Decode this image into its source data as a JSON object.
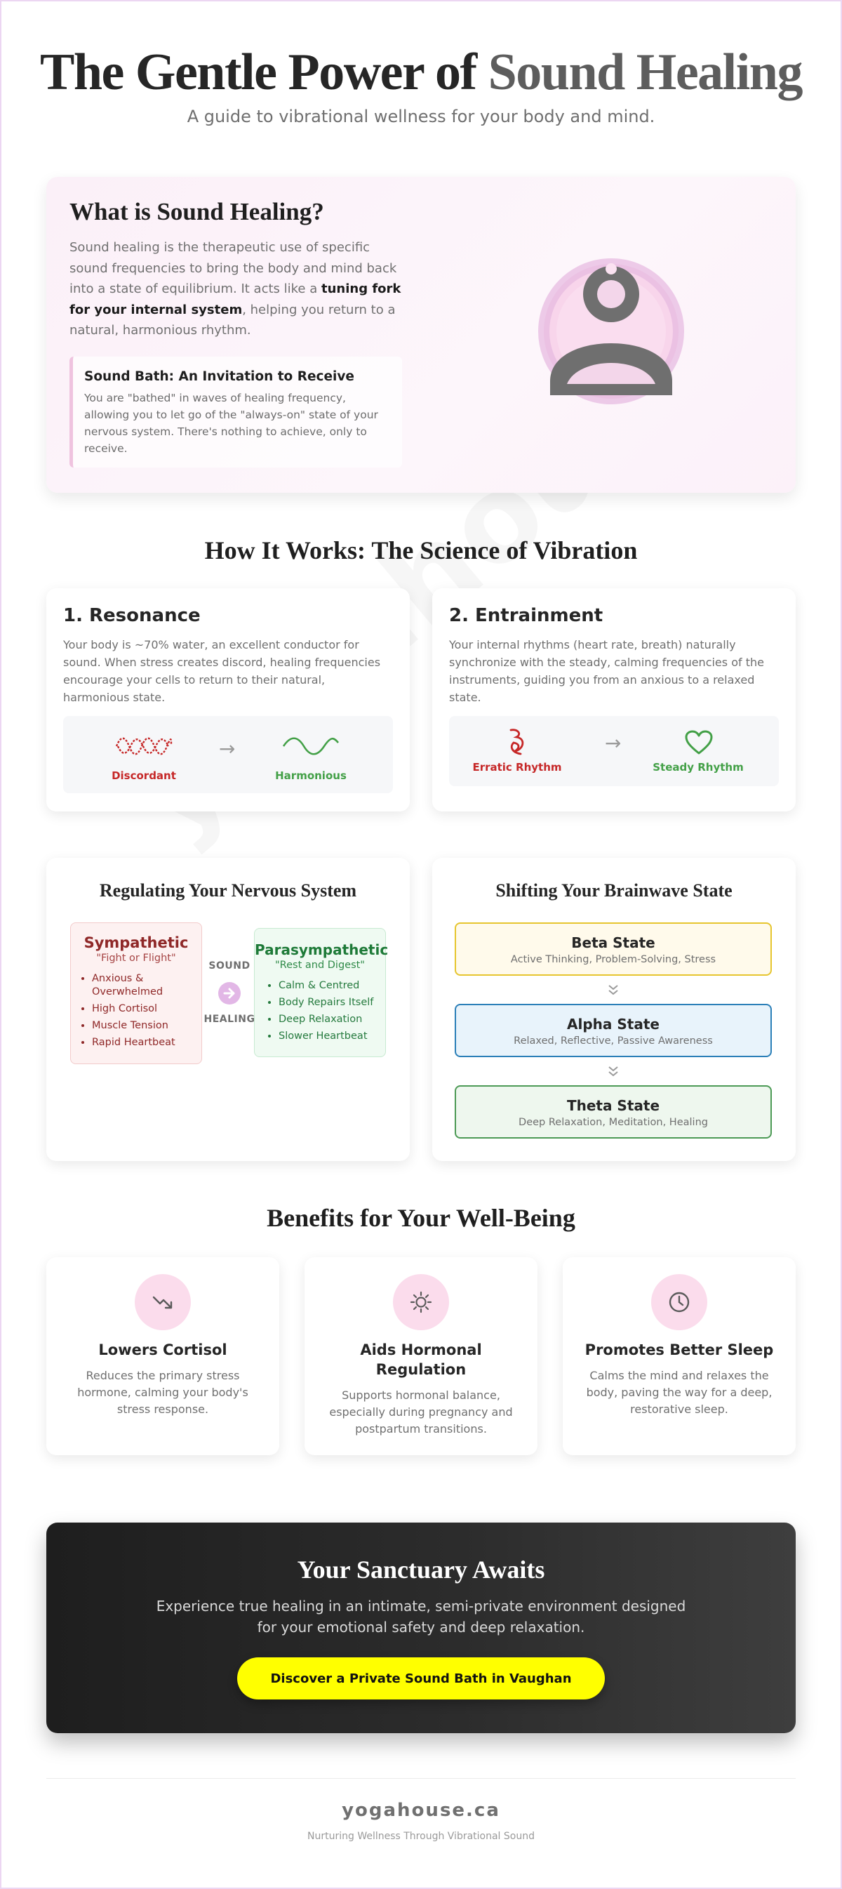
{
  "hero": {
    "title_part1": "The Gentle Power of",
    "title_part2": "Sound Healing",
    "subtitle": "A guide to vibrational wellness for your body and mind."
  },
  "intro": {
    "heading": "What is Sound Healing?",
    "para_start": "Sound healing is the therapeutic use of specific sound frequencies to bring the body and mind back into a state of equilibrium. It acts like a ",
    "para_bold": "tuning fork for your internal system",
    "para_end": ", helping you return to a natural, harmonious rhythm.",
    "quote_title": "Sound Bath: An Invitation to Receive",
    "quote_text": "You are \"bathed\" in waves of healing frequency, allowing you to let go of the \"always-on\" state of your nervous system. There's nothing to achieve, only to receive."
  },
  "how_it_works": {
    "title": "How It Works: The Science of Vibration",
    "resonance": {
      "heading": "1. Resonance",
      "text": "Your body is ~70% water, an excellent conductor for sound. When stress creates discord, healing frequencies encourage your cells to return to their natural, harmonious state.",
      "left_label": "Discordant",
      "right_label": "Harmonious"
    },
    "entrainment": {
      "heading": "2. Entrainment",
      "text": "Your internal rhythms (heart rate, breath) naturally synchronize with the steady, calming frequencies of the instruments, guiding you from an anxious to a relaxed state.",
      "left_label": "Erratic Rhythm",
      "right_label": "Steady Rhythm"
    },
    "arrow": "→"
  },
  "nervous": {
    "title": "Regulating Your Nervous System",
    "sympathetic": {
      "heading": "Sympathetic",
      "sub": "\"Fight or Flight\"",
      "items": [
        "Anxious & Overwhelmed",
        "High Cortisol",
        "Muscle Tension",
        "Rapid Heartbeat"
      ]
    },
    "parasympathetic": {
      "heading": "Parasympathetic",
      "sub": "\"Rest and Digest\"",
      "items": [
        "Calm & Centred",
        "Body Repairs Itself",
        "Deep Relaxation",
        "Slower Heartbeat"
      ]
    },
    "tag_top": "SOUND",
    "tag_bottom": "HEALING"
  },
  "brainwave": {
    "title": "Shifting Your Brainwave State",
    "states": [
      {
        "name": "Beta State",
        "desc": "Active Thinking, Problem-Solving, Stress"
      },
      {
        "name": "Alpha State",
        "desc": "Relaxed, Reflective, Passive Awareness"
      },
      {
        "name": "Theta State",
        "desc": "Deep Relaxation, Meditation, Healing"
      }
    ]
  },
  "benefits": {
    "title": "Benefits for Your Well-Being",
    "items": [
      {
        "title": "Lowers Cortisol",
        "text": "Reduces the primary stress hormone, calming your body's stress response.",
        "icon": "trending-down-icon"
      },
      {
        "title": "Aids Hormonal Regulation",
        "text": "Supports hormonal balance, especially during pregnancy and postpartum transitions.",
        "icon": "sun-icon"
      },
      {
        "title": "Promotes Better Sleep",
        "text": "Calms the mind and relaxes the body, paving the way for a deep, restorative sleep.",
        "icon": "clock-icon"
      }
    ]
  },
  "cta": {
    "title": "Your Sanctuary Awaits",
    "text": "Experience true healing in an intimate, semi-private environment designed for your emotional safety and deep relaxation.",
    "button": "Discover a Private Sound Bath in Vaughan"
  },
  "footer": {
    "brand": "yogahouse.ca",
    "tagline": "Nurturing Wellness Through Vibrational Sound"
  },
  "watermark": "yogahouse",
  "colors": {
    "accent_pink": "#fbdcec",
    "cta_button": "#ffff00",
    "discordant": "#c62828",
    "harmonious": "#43a047",
    "beta_border": "#e6c52e",
    "alpha_border": "#2b7fb8",
    "theta_border": "#4c9a55"
  }
}
